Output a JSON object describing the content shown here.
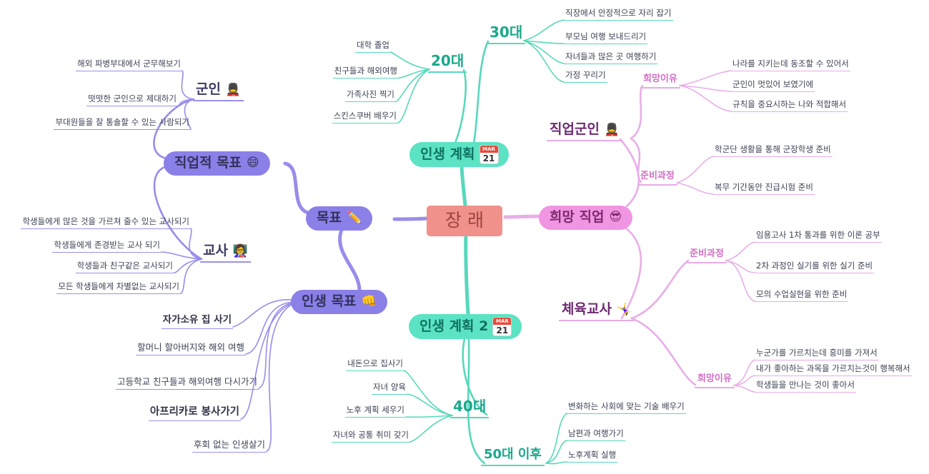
{
  "center": {
    "label": "장래"
  },
  "goal": {
    "label": "목표",
    "icon": "✏️"
  },
  "career_goal": {
    "label": "직업적 목표",
    "icon": "😄"
  },
  "life_goal": {
    "label": "인생 목표",
    "icon": "👊",
    "leaves": [
      "자가소유 집 사기",
      "할머니 할아버지와 해외 여행",
      "고등학교 친구들과 해외여행 다시가기",
      "아프리카로 봉사가기",
      "후회 없는 인생살기"
    ]
  },
  "soldier": {
    "label": "군인",
    "icon": "💂",
    "leaves": [
      "해외 파병부대에서 군무해보기",
      "떳떳한 군인으로 제대하기",
      "부대원들을 잘 통솔할 수 있는 사람되기"
    ]
  },
  "teacher": {
    "label": "교사",
    "icon": "👩‍🏫",
    "leaves": [
      "학생들에게 많은 것을 가르쳐 줄수 있는 교사되기",
      "학생들에게 존경받는 교사 되기",
      "학생들과 친구같은 교사되기",
      "모든 학생들에게 차별없는 교사되기"
    ]
  },
  "life_plan": {
    "label": "인생 계획",
    "cal": {
      "month": "MAR",
      "day": "21"
    }
  },
  "life_plan2": {
    "label": "인생 계획 2",
    "cal": {
      "month": "MAR",
      "day": "21"
    }
  },
  "twenties": {
    "label": "20대",
    "leaves": [
      "대학 졸업",
      "친구들과 해외여행",
      "가족사진 찍기",
      "스킨스쿠버 배우기"
    ]
  },
  "thirties": {
    "label": "30대",
    "leaves": [
      "직장에서 안정적으로 자리 잡기",
      "부모님 여행 보내드리기",
      "자녀들과 많은 곳 여행하기",
      "가정 꾸리기"
    ]
  },
  "forties": {
    "label": "40대",
    "leaves": [
      "내돈으로 집사기",
      "자녀 양육",
      "노후 계획 세우기",
      "자녀와 공통 취미 갖기"
    ]
  },
  "fifties": {
    "label": "50대 이후",
    "leaves": [
      "변화하는 사회에 맞는 기술 배우기",
      "남편과 여행가기",
      "노후계획 실행"
    ]
  },
  "hope_job": {
    "label": "희망 직업",
    "icon": "😎"
  },
  "military": {
    "label": "직업군인",
    "icon": "💂",
    "reason_label": "희망이유",
    "reasons": [
      "나라를 지키는데 동조할 수 있어서",
      "군인이 멋있어 보였기에",
      "규칙을 중요시하는 나와 적합해서"
    ],
    "prep_label": "준비과정",
    "preps": [
      "학군단 생활을 통해 군장학생 준비",
      "복무 기간동안 진급시험 준비"
    ]
  },
  "pe": {
    "label": "체육교사",
    "icon": "🤸‍♀️",
    "prep_label": "준비과정",
    "preps": [
      "임용고사 1차 통과를 위한 이론 공부",
      "2차 과정인 실기를 위한 실기 준비",
      "모의 수업실현을 위한 준비"
    ],
    "reason_label": "희망이유",
    "reasons": [
      "누군가를 가르치는데 흥미를 가져서",
      "내가 좋아하는 과목을 가르치는것이 행복해서",
      "학생들을 만나는 것이 좋아서"
    ]
  },
  "colors": {
    "purple": "#8b80e8",
    "teal": "#5ce3c4",
    "pink": "#f095e2",
    "center": "#f0918b"
  }
}
